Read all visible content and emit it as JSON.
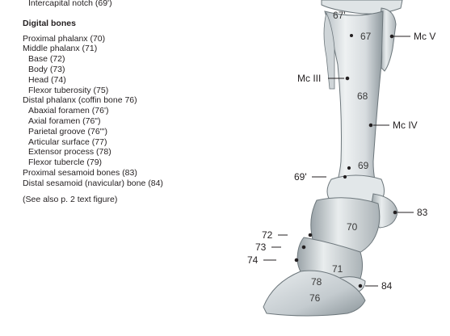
{
  "legend": {
    "top_line": "Intercapital notch  (69')",
    "heading": "Digital bones",
    "items": [
      {
        "text": "Proximal phalanx  (70)",
        "indent": false
      },
      {
        "text": "Middle phalanx  (71)",
        "indent": false
      },
      {
        "text": "Base  (72)",
        "indent": true
      },
      {
        "text": "Body  (73)",
        "indent": true
      },
      {
        "text": "Head  (74)",
        "indent": true
      },
      {
        "text": "Flexor tuberosity  (75)",
        "indent": true
      },
      {
        "text": "Distal phalanx  (coffin bone 76)",
        "indent": false
      },
      {
        "text": "Abaxial foramen  (76')",
        "indent": true
      },
      {
        "text": "Axial foramen  (76\")",
        "indent": true
      },
      {
        "text": "Parietal groove  (76\"')",
        "indent": true
      },
      {
        "text": "Articular surface  (77)",
        "indent": true
      },
      {
        "text": "Extensor process  (78)",
        "indent": true
      },
      {
        "text": "Flexor tubercle  (79)",
        "indent": true
      },
      {
        "text": "Proximal sesamoid bones  (83)",
        "indent": false
      },
      {
        "text": "Distal sesamoid (navicular) bone  (84)",
        "indent": false
      }
    ],
    "note": "(See also p. 2 text figure)"
  },
  "figure_labels": {
    "l67p": "67'",
    "l67": "67",
    "mcv": "Mc V",
    "mciii": "Mc III",
    "l68": "68",
    "mciv": "Mc IV",
    "l69": "69",
    "l69p": "69'",
    "l83": "83",
    "l70": "70",
    "l72": "72",
    "l73": "73",
    "l74": "74",
    "l71": "71",
    "l78": "78",
    "l84": "84",
    "l76": "76"
  },
  "colors": {
    "bone_light": "#eef1f2",
    "bone_mid": "#c9d0d3",
    "bone_dark": "#8d979c",
    "text": "#231f20"
  }
}
